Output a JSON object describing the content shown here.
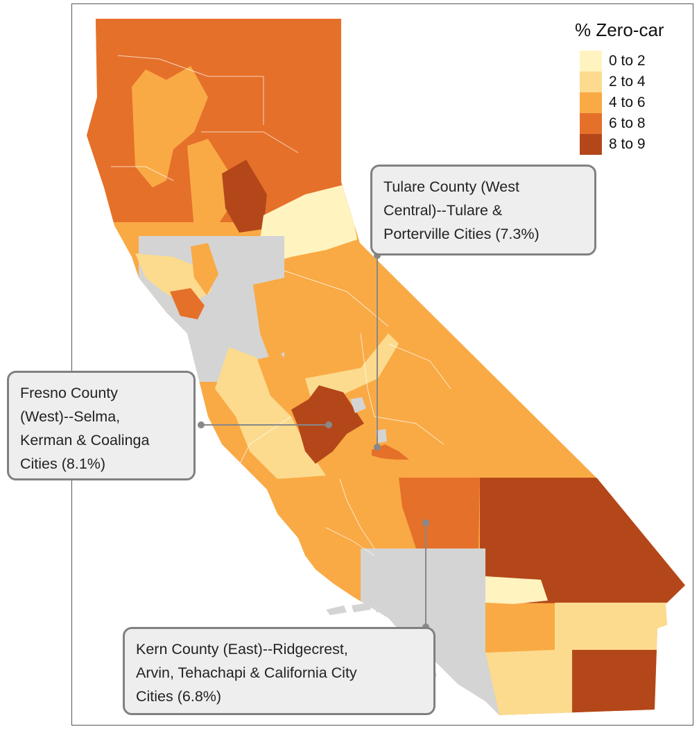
{
  "legend": {
    "title": "% Zero-car",
    "items": [
      {
        "label": "0 to 2",
        "color": "#fff3c0"
      },
      {
        "label": "2 to 4",
        "color": "#fcdb8e"
      },
      {
        "label": "4 to 6",
        "color": "#f9aa45"
      },
      {
        "label": "6 to 8",
        "color": "#e5702a"
      },
      {
        "label": "8 to 9",
        "color": "#b4471a"
      }
    ]
  },
  "no_data_color": "#d4d4d4",
  "callouts": [
    {
      "id": "tulare",
      "lines": [
        "Tulare County (West",
        "Central)--Tulare &",
        "Porterville Cities (7.3%)"
      ]
    },
    {
      "id": "fresno",
      "lines": [
        "Fresno County",
        "(West)--Selma,",
        "Kerman & Coalinga",
        "Cities (8.1%)"
      ]
    },
    {
      "id": "kern",
      "lines": [
        "Kern County (East)--Ridgecrest,",
        "Arvin, Tehachapi & California City",
        "Cities (6.8%)"
      ]
    }
  ]
}
